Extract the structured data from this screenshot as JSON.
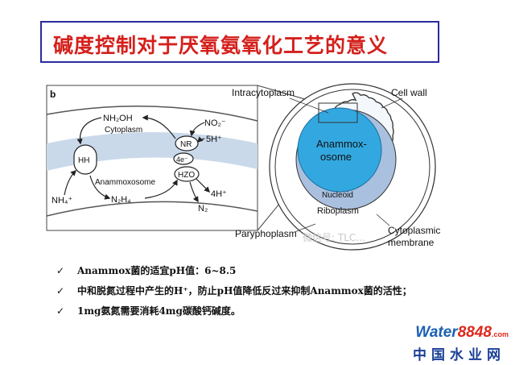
{
  "title": "碱度控制对于厌氧氨氧化工艺的意义",
  "figure": {
    "panel_label": "b",
    "nh2oh": "NH₂OH",
    "cytoplasm": "Cytoplasm",
    "no2": "NO₂⁻",
    "h5": "5H⁺",
    "hh": "HH",
    "nr": "NR",
    "e4": "4e⁻",
    "hzo": "HZO",
    "anammoxosome": "Anammoxosome",
    "nh4": "NH₄⁺",
    "n2h4": "N₂H₄",
    "h4": "4H⁺",
    "n2": "N₂",
    "intracytoplasm": "Intracytoplasm",
    "cell_wall": "Cell wall",
    "anammox_line1": "Anammox-",
    "anammox_line2": "osome",
    "nucleoid": "Nucleoid",
    "riboplasm": "Riboplasm",
    "paryphoplasm": "Paryphoplasm",
    "cyto_membrane_line1": "Cytoplasmic",
    "cyto_membrane_line2": "membrane"
  },
  "watermark": "微信号: TLC...",
  "bullets": [
    {
      "check": "✓",
      "text": "Anammox菌的适宜pH值：6~8.5"
    },
    {
      "check": "✓",
      "text": "中和脱氮过程中产生的H⁺，防止pH值降低反过来抑制Anammox菌的活性；"
    },
    {
      "check": "✓",
      "text": "1mg氨氮需要消耗4mg碳酸钙碱度。"
    }
  ],
  "logo": {
    "part1": "Water",
    "part2": "8848",
    "part3": ".com",
    "bottom": "中国水业网"
  }
}
